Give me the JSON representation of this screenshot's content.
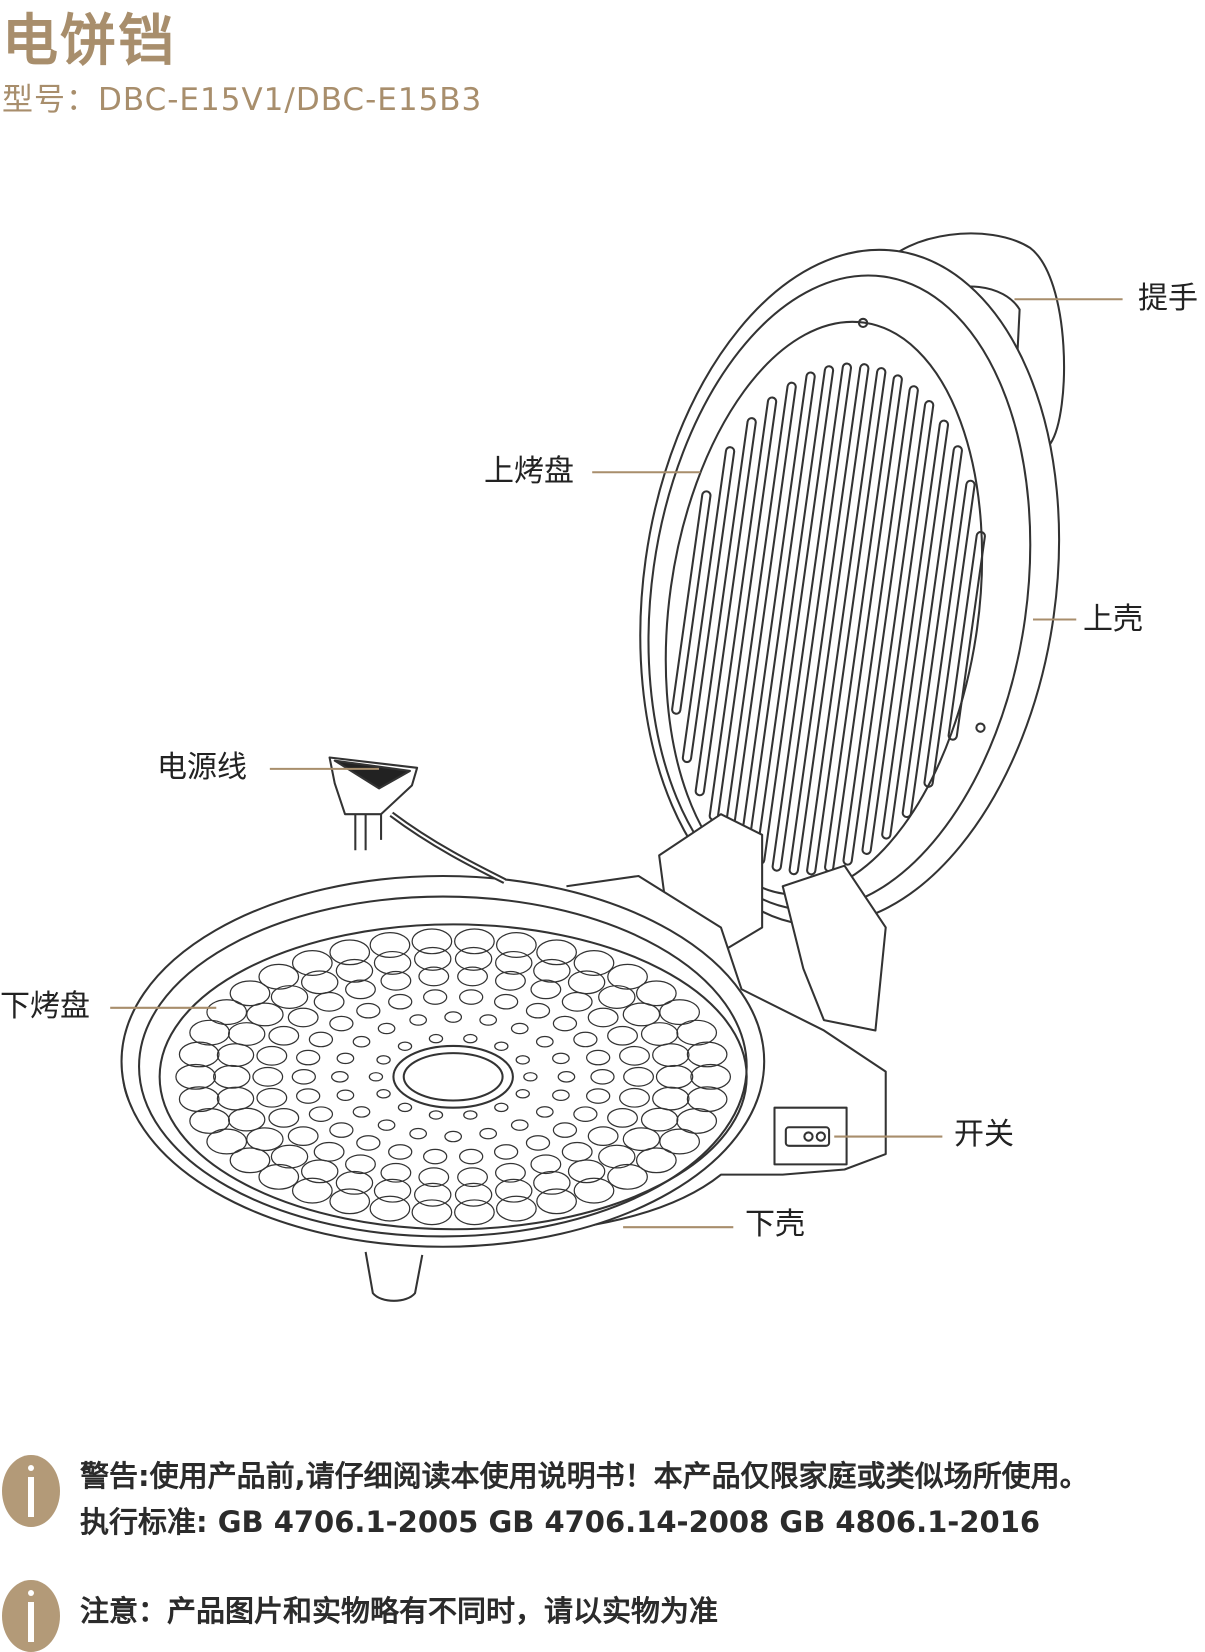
{
  "header": {
    "title": "电饼铛",
    "model": "型号：DBC-E15V1/DBC-E15B3"
  },
  "parts": {
    "handle": "提手",
    "upper_plate": "上烤盘",
    "upper_shell": "上壳",
    "power_cord": "电源线",
    "lower_plate": "下烤盘",
    "switch": "开关",
    "lower_shell": "下壳"
  },
  "footer": {
    "warning": "警告:使用产品前,请仔细阅读本使用说明书！本产品仅限家庭或类似场所使用。",
    "standards": "执行标准: GB 4706.1-2005  GB 4706.14-2008  GB 4806.1-2016",
    "note": "注意：产品图片和实物略有不同时，请以实物为准",
    "icon": "info-icon",
    "accent_color": "#a88e6c"
  }
}
